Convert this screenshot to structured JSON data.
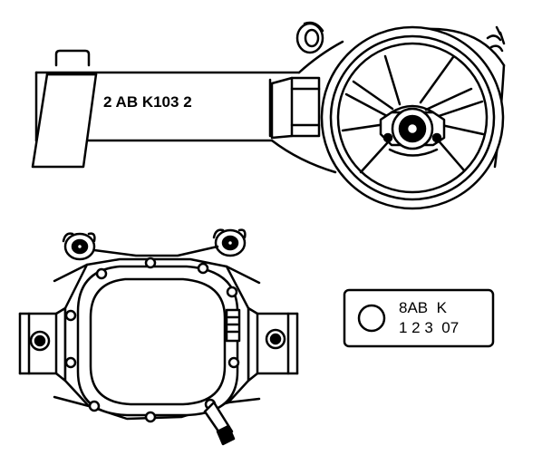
{
  "axle_stamp": {
    "code": "2 AB K103 2"
  },
  "id_plate": {
    "line1": "8AB  K",
    "line2": "1 2 3  07"
  }
}
